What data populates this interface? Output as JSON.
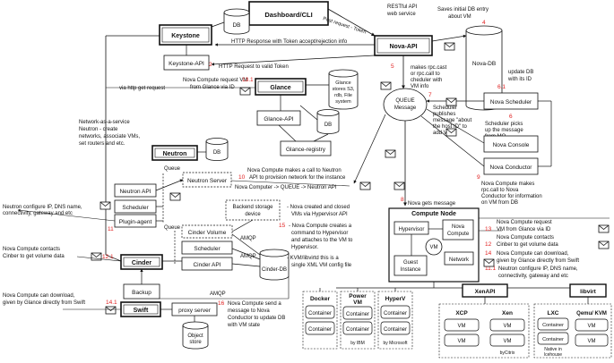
{
  "header": {
    "dashboard": "Dashboard/CLI",
    "post_request": "Post request - Token",
    "restful_1": "RESTful API",
    "restful_2": "web service",
    "saves_db": "Saves initial DB entry",
    "saves_db_2": "about VM",
    "saves_num": "4"
  },
  "nodes": {
    "keystone": "Keystone",
    "keystone_db": "DB",
    "keystone_api": "Keystone-API",
    "nova_api": "Nova-API",
    "nova_db": "Nova-DB",
    "glance": "Glance",
    "glance_api": "Glance-API",
    "glance_db": "DB",
    "glance_registry": "Glance-registry",
    "glance_stores_1": "Glance",
    "glance_stores_2": "stores S3,",
    "glance_stores_3": "rdb, File",
    "glance_stores_4": "system",
    "queue_1": "QUEUE",
    "queue_2": "Message",
    "nova_scheduler": "Nova Scheduler",
    "nova_console": "Nova Console",
    "nova_conductor": "Nova Conductor",
    "neutron": "Neutron",
    "neutron_db": "DB",
    "neutron_queue": "Queue",
    "neutron_server": "Neutron Server",
    "neutron_api": "Neutron API",
    "neutron_scheduler": "Scheduler",
    "plugin_agent": "Plugin-agent",
    "cinder": "Cinder",
    "cinder_queue": "Queue",
    "cinder_volume": "Cinder Volume",
    "cinder_scheduler": "Scheduler",
    "cinder_api": "Cinder API",
    "cinder_db": "Cinder-DB",
    "backend_1": "Backend storage",
    "backend_2": "device",
    "backup": "Backup",
    "swift": "Swift",
    "proxy_server": "proxy server",
    "object_store_1": "Object",
    "object_store_2": "store",
    "compute_node": "Compute Node",
    "hypervisor": "Hypervisor",
    "nova_compute_1": "Nova",
    "nova_compute_2": "Compute",
    "vm": "VM",
    "guest_1": "Guest",
    "guest_2": "Instance",
    "network": "Network",
    "amqp_1": "AMQP",
    "amqp_2": "AMQP",
    "amqp_3": "AMQP"
  },
  "hypervisors": {
    "docker": "Docker",
    "power_vm_1": "Power",
    "power_vm_2": "VM",
    "hyperv": "HyperV",
    "container": "Container",
    "by_ibm": "by IBM",
    "by_microsoft": "by Microsoft",
    "xenapi": "XenAPI",
    "libvirt": "libvirt",
    "xcp": "XCP",
    "xen": "Xen",
    "vm": "VM",
    "bycitrix": "byCitrix",
    "lxc": "LXC",
    "qemu_kvm": "Qemu/ KVM",
    "native_1": "Native in",
    "native_2": "lcehouse"
  },
  "annotations": {
    "http_response": "HTTP Response with Token accept/rejection info",
    "http_request": "HTTP Request to valid Token",
    "num_2": "2",
    "nova_req_glance_1": "Nova Compute request VM",
    "nova_req_glance_2": "from Glance via ID",
    "num_13_1": "13.1",
    "via_http": "via http get request",
    "num_5": "5",
    "makes_rpc_1": "makes rpc.cast",
    "makes_rpc_2": "or rpc.call to",
    "makes_rpc_3": "cheduler with",
    "makes_rpc_4": "VM info",
    "num_7": "7",
    "sched_pub_1": "Scheduler",
    "sched_pub_2": "publishes",
    "sched_pub_3": "message \"about",
    "sched_pub_4": "the host ID\" to",
    "sched_pub_5": "add VM.",
    "update_db_1": "update DB",
    "update_db_2": "with its ID",
    "num_6_1": "6.1",
    "num_6": "6",
    "sched_picks_1": "Scheduler picks",
    "sched_picks_2": "up the message",
    "sched_picks_3": "from MQ",
    "num_9": "9",
    "nc_makes_1": "Nova Compute makes",
    "nc_makes_2": "rpc.call to Nova",
    "nc_makes_3": "Conductor for information",
    "nc_makes_4": "on VM from DB",
    "naas_1": "Network-as-a-service",
    "naas_2": "Neutron - create",
    "naas_3": "networks, associate VMs,",
    "naas_4": "set routers and etc.",
    "nc_neutron_1": "Nova Compute makes a call to Neutron",
    "nc_neutron_2": "API to provision network for the instance",
    "num_10": "10",
    "nc_queue_neutron": "Nova Computer -> QUEUE -> Neutron API",
    "num_11": "11",
    "neutron_configure_1": "Neutron configure IP, DNS name,",
    "neutron_configure_2": "connectivity, gateway and etc",
    "cinder_contacts_1": "Nova Compute contacts",
    "cinder_contacts_2": "Cinber to get volume data",
    "num_12_1": "12.1",
    "created_closed_1": "- Nova created and closed",
    "created_closed_2": "VMs via Hypervisor API",
    "num_15": "15",
    "creates_msg_1": "- Nova Compute creates a",
    "creates_msg_2": "command to Hypervisor",
    "creates_msg_3": "and attaches to the VM to",
    "creates_msg_4": "Hypervisor.",
    "kvm_1": "- KVM/libvirtd this is a",
    "kvm_2": "single XML VM config file",
    "num_8": "8",
    "nova_gets_msg": "Nova gets message",
    "num_13": "13",
    "nc_request_1": "Nova Compute request",
    "nc_request_2": "VM from Glance via ID",
    "num_12": "12",
    "nc_contacts_1": "Nova Compute contacts",
    "nc_contacts_2": "Cinber to get volume data",
    "num_14": "14",
    "nc_download_1": "Nova Compute can download,",
    "nc_download_2": "given by Glance directly from Swift",
    "num_11_1": "11.1",
    "neutron_cfg_1": "Neutron configure IP, DNS name,",
    "neutron_cfg_2": "connectivity, gateway and etc",
    "swift_dl_1": "Nova Compute can download,",
    "swift_dl_2": "given by Glance directly from Swift",
    "num_14_1": "14.1",
    "num_16": "16",
    "send_msg_1": "Nova  Compute  send  a",
    "send_msg_2": "message      to      Nova",
    "send_msg_3": "Conductor  to  update  DB",
    "send_msg_4": "with VM state"
  }
}
